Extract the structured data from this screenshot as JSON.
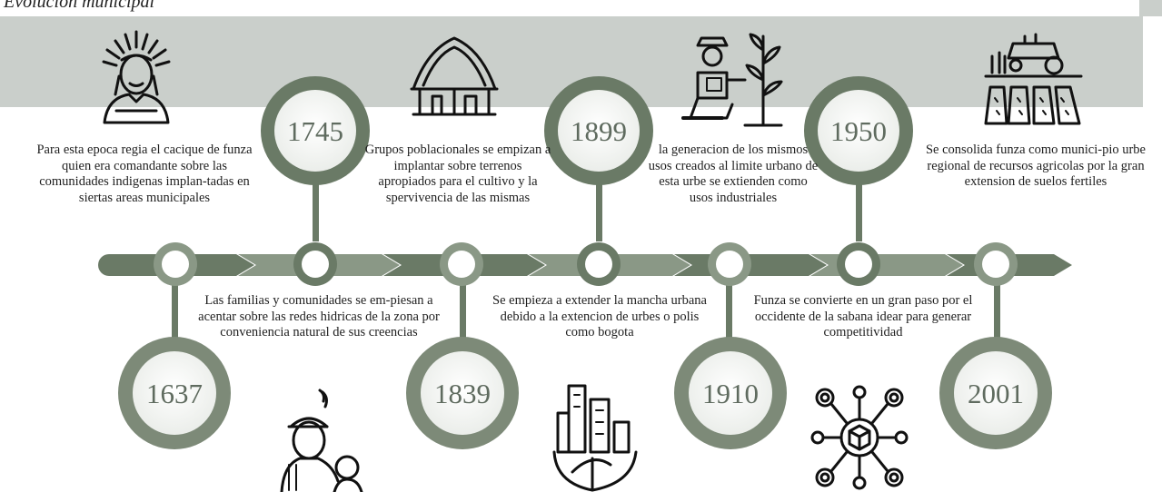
{
  "title": "Evolución municipal",
  "colors": {
    "dark": "#6a7a66",
    "mid": "#8a9886",
    "light": "#b9c3b5",
    "band": "#cacfcb"
  },
  "timeline": [
    {
      "year": "1637",
      "text": "Para esta epoca regia el cacique de funza quien era comandante sobre las comunidades indigenas implan-tadas en siertas areas municipales",
      "icon": "indigenous-chief-icon"
    },
    {
      "year": "1745",
      "text": "Las familias y comunidades se em-piesan a acentar sobre las redes hidricas de la zona por conveniencia natural de sus creencias",
      "icon": "indigenous-family-icon"
    },
    {
      "year": "1839",
      "text": "Grupos poblacionales se empizan a implantar sobre terrenos apropiados para el cultivo y la spervivencia de las mismas",
      "icon": "hut-icon"
    },
    {
      "year": "1899",
      "text": "Se empieza a extender la mancha urbana debido a la extencion de urbes o polis como bogota",
      "icon": "eco-city-icon"
    },
    {
      "year": "1910",
      "text": "la generacion de los mismos usos creados al limite urbano de esta urbe se extienden como usos industriales",
      "icon": "farmer-plant-icon"
    },
    {
      "year": "1950",
      "text": "Funza se convierte en un gran paso por el occidente de la sabana idear para generar competitividad",
      "icon": "network-cube-icon"
    },
    {
      "year": "2001",
      "text": "Se consolida funza como munici-pio urbe regional de recursos agricolas por la gran extension de suelos fertiles",
      "icon": "tractor-field-icon"
    }
  ]
}
